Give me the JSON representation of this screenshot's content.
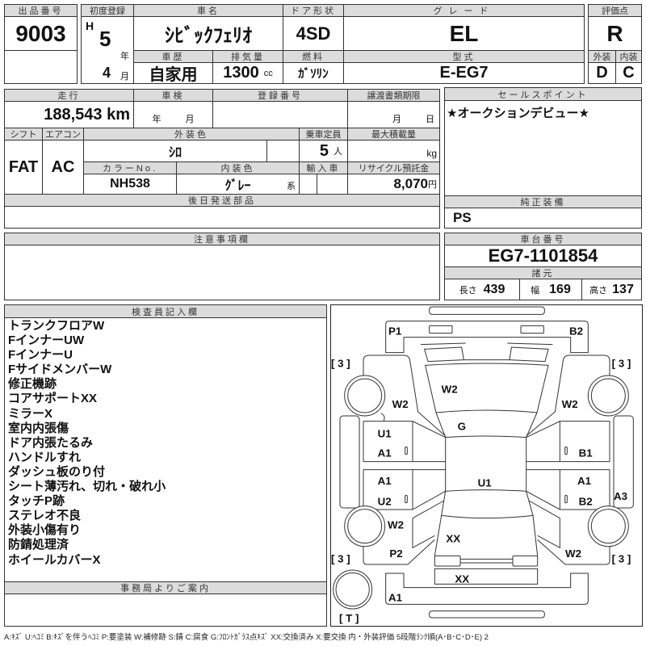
{
  "lot": {
    "label": "出品番号",
    "value": "9003"
  },
  "first_registration": {
    "label": "初度登録",
    "era": "H",
    "year": "5",
    "year_unit": "年",
    "month": "4",
    "month_unit": "月"
  },
  "car_name": {
    "label": "車名",
    "value": "ｼﾋﾞｯｸﾌｪﾘｵ"
  },
  "door_type": {
    "label": "ドア形状",
    "value": "4SD"
  },
  "grade": {
    "label": "グレード",
    "value": "EL"
  },
  "history": {
    "label": "車歴",
    "value": "自家用"
  },
  "displacement": {
    "label": "排気量",
    "value": "1300",
    "unit": "cc"
  },
  "fuel": {
    "label": "燃料",
    "value": "ｶﾞｿﾘﾝ"
  },
  "model": {
    "label": "型式",
    "value": "E-EG7"
  },
  "score": {
    "label": "評価点",
    "value": "R",
    "exterior_label": "外装",
    "exterior": "D",
    "interior_label": "内装",
    "interior": "C"
  },
  "mileage": {
    "label": "走行",
    "value": "188,543",
    "unit": "km"
  },
  "inspection": {
    "label": "車検",
    "year_unit": "年",
    "month_unit": "月"
  },
  "registration_number": {
    "label": "登録番号"
  },
  "transfer_deadline": {
    "label": "譲渡書類期限",
    "month_unit": "月",
    "day_unit": "日"
  },
  "shift": {
    "label": "シフト",
    "value": "FAT"
  },
  "aircon": {
    "label": "エアコン",
    "value": "AC"
  },
  "exterior_color": {
    "label": "外装色",
    "value": "ｼﾛ"
  },
  "capacity": {
    "label": "乗車定員",
    "value": "5",
    "unit": "人"
  },
  "max_load": {
    "label": "最大積載量",
    "unit": "kg"
  },
  "color_no": {
    "label": "カラーNo.",
    "value": "NH538"
  },
  "interior_color": {
    "label": "内装色",
    "value": "ｸﾞﾚｰ",
    "suffix": "系"
  },
  "import": {
    "label": "輸入車"
  },
  "recycle": {
    "label": "リサイクル預託金",
    "value": "8,070",
    "unit": "円"
  },
  "later_parts": {
    "label": "後日発送部品"
  },
  "sales_point": {
    "label": "セールスポイント",
    "value": "★オークションデビュー★"
  },
  "equipment": {
    "label": "純正装備",
    "value": "PS"
  },
  "caution": {
    "label": "注意事項欄"
  },
  "chassis": {
    "label": "車台番号",
    "value": "EG7-1101854"
  },
  "specs": {
    "label": "諸元",
    "length_label": "長さ",
    "length": "439",
    "width_label": "幅",
    "width": "169",
    "height_label": "高さ",
    "height": "137"
  },
  "inspector": {
    "label": "検査員記入欄",
    "notes": [
      "トランクフロアW",
      "FインナーUW",
      "FインナーU",
      "FサイドメンバーW",
      "修正機跡",
      "コアサポートXX",
      "ミラーX",
      "室内内張傷",
      "ドア内張たるみ",
      "ハンドルすれ",
      "ダッシュ板のり付",
      "シート薄汚れ、切れ・破れ小",
      "タッチP跡",
      "ステレオ不良",
      "外装小傷有り",
      "防錆処理済",
      "ホイールカバーX"
    ]
  },
  "office": {
    "label": "事務局よりご案内"
  },
  "diagram": {
    "tires": {
      "front_left": "[ 3 ]",
      "front_right": "[ 3 ]",
      "rear_left": "[ 3 ]",
      "rear_right": "[ 3 ]",
      "spare": "[ T ]"
    },
    "marks": {
      "front_bumper_left": "P1",
      "front_bumper_right": "B2",
      "hood": "W2",
      "fender_fl": "W2",
      "fender_fr": "W2",
      "windshield": "G",
      "door_fl_1": "U1",
      "door_fl_2": "A1",
      "door_rl_1": "A1",
      "door_rl_2": "U2",
      "roof": "U1",
      "door_fr": "B1",
      "door_rr_1": "A1",
      "door_rr_2": "B2",
      "side_right": "A3",
      "quarter_rl": "W2",
      "quarter_rl_2": "P2",
      "trunk": "XX",
      "quarter_rr": "W2",
      "rear_panel": "XX",
      "rear_bumper": "A1"
    }
  },
  "legend": "A:ｷｽﾞ U:ﾍｺﾐ B:ｷｽﾞを伴うﾍｺﾐ P:要塗装 W:補修跡 S:錆 C:腐食 G:ﾌﾛﾝﾄｶﾞﾗｽ点ｷｽﾞ XX:交換済み X:要交換 内・外装評価 5段階ﾗﾝｸ順(A･B･C･D･E) 2"
}
